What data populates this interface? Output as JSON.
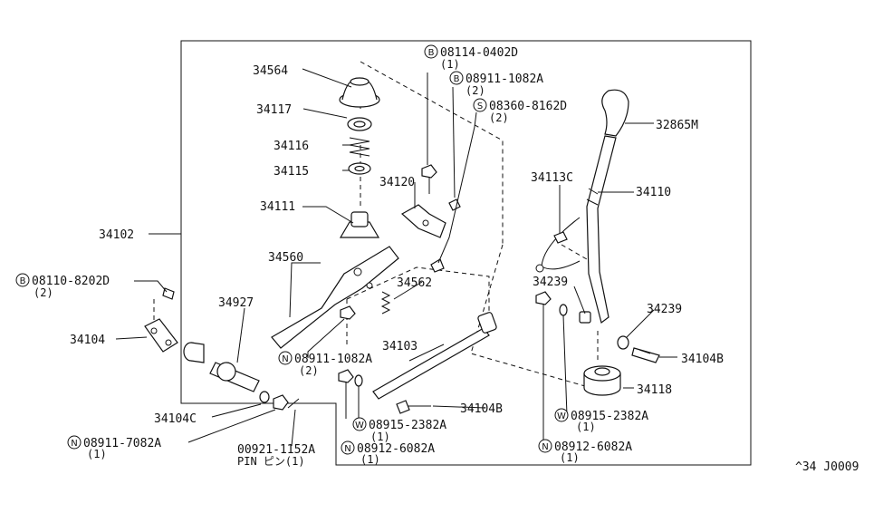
{
  "labels": {
    "p34564": "34564",
    "p34117": "34117",
    "p34116": "34116",
    "p34115": "34115",
    "p34111": "34111",
    "p34120": "34120",
    "p34102": "34102",
    "p34560": "34560",
    "p34562": "34562",
    "p34927": "34927",
    "p34104": "34104",
    "p34103": "34103",
    "p34104c": "34104C",
    "p34104b_a": "34104B",
    "p34104b_b": "34104B",
    "p32865m": "32865M",
    "p34113c": "34113C",
    "p34110": "34110",
    "p34239_a": "34239",
    "p34239_b": "34239",
    "p34118": "34118",
    "b08114": "08114-0402D",
    "b08114_q": "(1)",
    "b08911": "08911-1082A",
    "b08911_q": "(2)",
    "s08360": "08360-8162D",
    "s08360_q": "(2)",
    "b08110": "08110-8202D",
    "b08110_q": "(2)",
    "n08911_1082": "08911-1082A",
    "n08911_1082_q": "(2)",
    "w08915_a": "08915-2382A",
    "w08915_a_q": "(1)",
    "n08912_a": "08912-6082A",
    "n08912_a_q": "(1)",
    "n08911_7082": "08911-7082A",
    "n08911_7082_q": "(1)",
    "pin": "00921-1152A",
    "pin_q": "PIN ピン(1)",
    "w08915_b": "08915-2382A",
    "w08915_b_q": "(1)",
    "n08912_b": "08912-6082A",
    "n08912_b_q": "(1)",
    "footer_code": "^34 J0009"
  },
  "symbols": {
    "b": "B",
    "n": "N",
    "w": "W",
    "s": "S"
  }
}
